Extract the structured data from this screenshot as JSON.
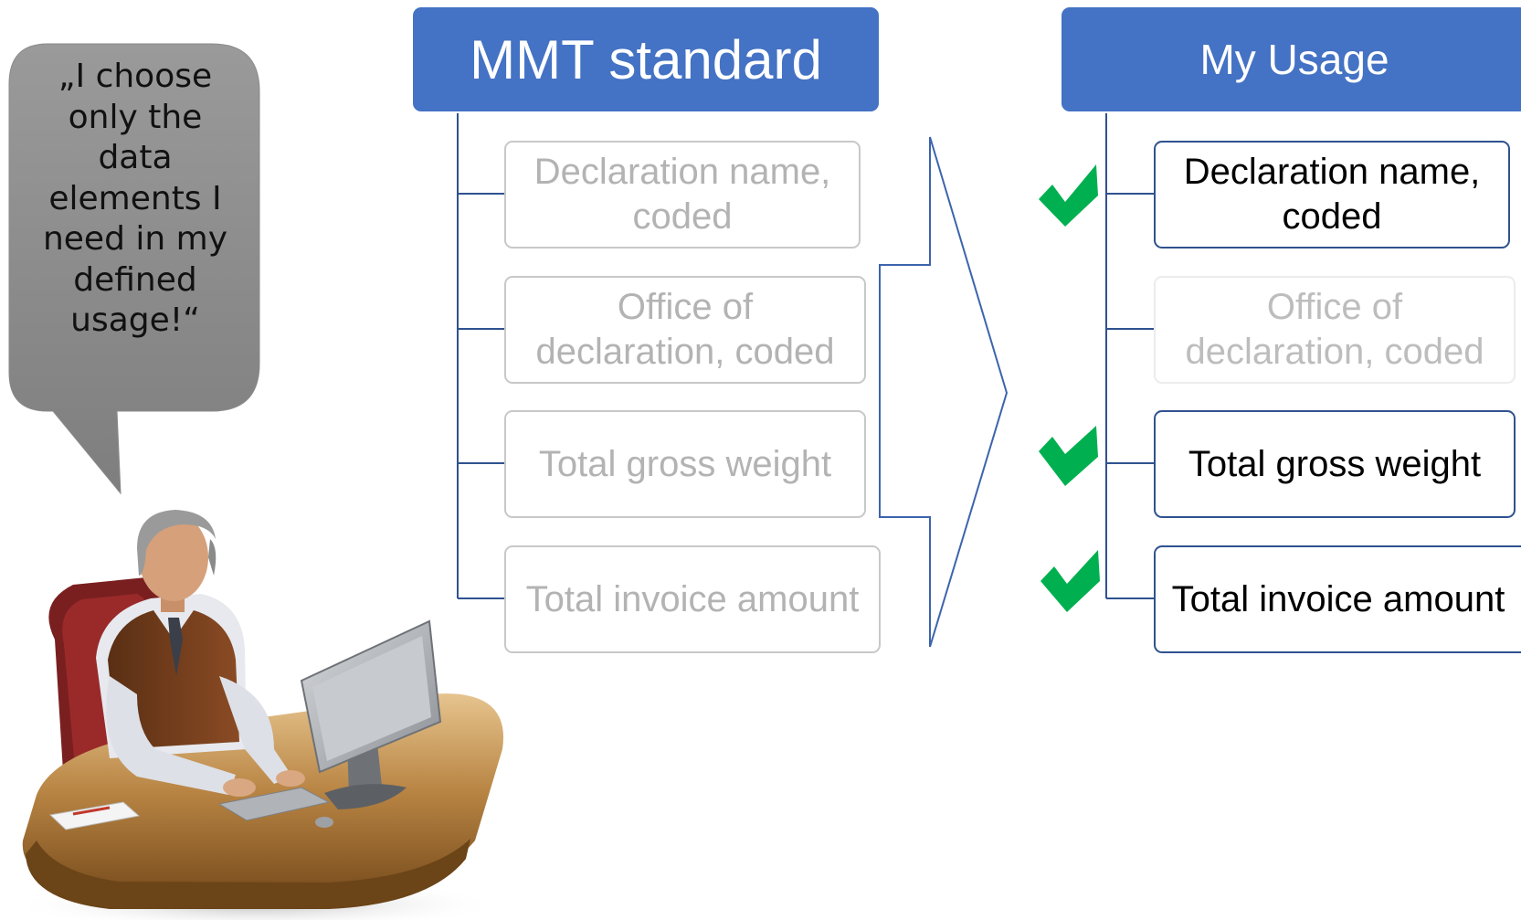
{
  "bubble": {
    "quote": "„I choose\nonly the\ndata\nelements I\nneed in my\ndefined\nusage!“"
  },
  "left_panel": {
    "title": "MMT standard",
    "items": [
      "Declaration name,\ncoded",
      "Office of\ndeclaration, coded",
      "Total gross weight",
      "Total invoice amount"
    ]
  },
  "right_panel": {
    "title": "My Usage",
    "items": [
      {
        "label": "Declaration name,\ncoded",
        "selected": true
      },
      {
        "label": "Office of\ndeclaration, coded",
        "selected": false
      },
      {
        "label": "Total gross weight",
        "selected": true
      },
      {
        "label": "Total invoice amount",
        "selected": true
      }
    ]
  },
  "colors": {
    "header_fill": "#4472c4",
    "connector": "#2f528f",
    "check": "#00b050",
    "bubble_fill": "#8c8c8c",
    "faded_text": "#b3b3b3"
  },
  "icons": {
    "person": "person-at-computer-icon",
    "check": "checkmark-icon",
    "arrow": "right-arrow-icon"
  }
}
